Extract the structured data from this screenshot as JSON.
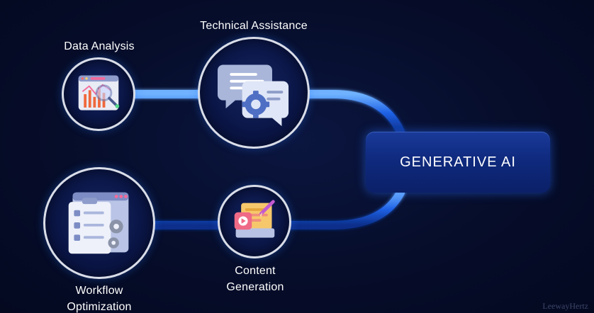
{
  "nodes": {
    "data_analysis": {
      "label": "Data Analysis",
      "icon": "data-analysis-chart-icon"
    },
    "technical_assistance": {
      "label": "Technical Assistance",
      "icon": "chat-gear-icon"
    },
    "workflow_optimization": {
      "label": "Workflow\nOptimization",
      "icon": "checklist-gears-icon"
    },
    "content_generation": {
      "label": "Content\nGeneration",
      "icon": "content-editor-icon"
    }
  },
  "center": {
    "label": "GENERATIVE AI"
  },
  "watermark": "LeewayHertz",
  "colors": {
    "background": "#050b25",
    "connector": "#2f7bff",
    "center_box": "#0f2a7e"
  }
}
